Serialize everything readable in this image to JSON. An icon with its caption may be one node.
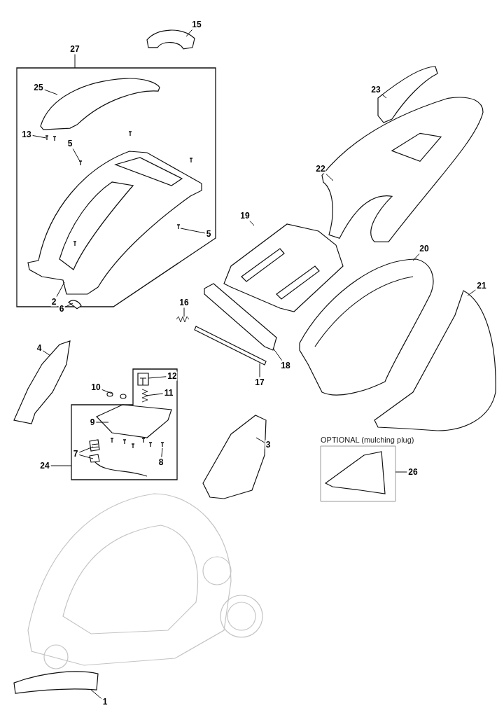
{
  "diagram": {
    "nodes": [
      {
        "text": [],
        "shape": "box"
      },
      {
        "text": [
          "27"
        ]
      },
      {
        "text": [
          "25"
        ],
        "in": 0
      },
      {
        "text": [],
        "shape": "picture",
        "in": 0
      },
      {
        "text": [
          "13"
        ],
        "in": 0
      },
      {
        "text": [],
        "shape": "picture",
        "in": 0
      },
      {
        "text": [
          "5"
        ],
        "in": 0
      },
      {
        "text": [
          "5"
        ],
        "in": 0
      },
      {
        "text": [],
        "shape": "picture",
        "in": 0
      },
      {
        "text": [
          "2"
        ],
        "in": 0
      },
      {
        "text": [],
        "shape": "picture",
        "in": 0
      },
      {
        "text": [
          "15"
        ]
      },
      {
        "text": [],
        "shape": "picture"
      },
      {
        "text": [
          "23"
        ]
      },
      {
        "text": [],
        "shape": "picture"
      },
      {
        "text": [
          "22"
        ]
      },
      {
        "text": [],
        "shape": "picture"
      },
      {
        "text": [
          "19"
        ]
      },
      {
        "text": [],
        "shape": "picture"
      },
      {
        "text": [
          "20"
        ]
      },
      {
        "text": [],
        "shape": "picture"
      },
      {
        "text": [
          "21"
        ]
      },
      {
        "text": [],
        "shape": "picture"
      },
      {
        "text": [
          "16"
        ]
      },
      {
        "text": [],
        "shape": "picture"
      },
      {
        "text": [
          "18"
        ]
      },
      {
        "text": [],
        "shape": "picture"
      },
      {
        "text": [
          "17"
        ]
      },
      {
        "text": [],
        "shape": "picture"
      },
      {
        "text": [
          "6"
        ]
      },
      {
        "text": [],
        "shape": "picture"
      },
      {
        "text": [
          "4"
        ]
      },
      {
        "text": [],
        "shape": "picture"
      },
      {
        "text": [],
        "shape": "box"
      },
      {
        "text": [
          "12"
        ],
        "in": 33
      },
      {
        "text": [],
        "shape": "picture",
        "in": 33
      },
      {
        "text": [
          "11"
        ],
        "in": 33
      },
      {
        "text": [],
        "shape": "picture",
        "in": 33
      },
      {
        "text": [
          "10"
        ]
      },
      {
        "text": [],
        "shape": "picture"
      },
      {
        "text": [
          "9"
        ],
        "in": 33
      },
      {
        "text": [],
        "shape": "picture",
        "in": 33
      },
      {
        "text": [
          "7"
        ],
        "in": 33
      },
      {
        "text": [],
        "shape": "picture",
        "in": 33
      },
      {
        "text": [],
        "shape": "picture",
        "in": 33
      },
      {
        "text": [
          "8"
        ],
        "in": 33
      },
      {
        "text": [],
        "shape": "picture",
        "in": 33
      },
      {
        "text": [
          "24"
        ]
      },
      {
        "text": [
          "3"
        ]
      },
      {
        "text": [],
        "shape": "picture"
      },
      {
        "text": [
          "OPTIONAL (mulching plug)"
        ]
      },
      {
        "text": [],
        "shape": "picture",
        "in": 50
      },
      {
        "text": [
          "26"
        ]
      },
      {
        "text": [
          "1"
        ]
      },
      {
        "text": [],
        "shape": "picture"
      }
    ],
    "edges": [
      {
        "from": 1,
        "to": 0,
        "arrow": "none"
      },
      {
        "from": 2,
        "to": 3,
        "arrow": "none"
      },
      {
        "from": 4,
        "to": 5,
        "arrow": "none"
      },
      {
        "from": 6,
        "to": 8,
        "arrow": "none"
      },
      {
        "from": 7,
        "to": 8,
        "arrow": "none"
      },
      {
        "from": 9,
        "to": 10,
        "arrow": "none"
      },
      {
        "from": 11,
        "to": 12,
        "arrow": "none"
      },
      {
        "from": 13,
        "to": 14,
        "arrow": "none"
      },
      {
        "from": 15,
        "to": 16,
        "arrow": "none"
      },
      {
        "from": 17,
        "to": 18,
        "arrow": "none"
      },
      {
        "from": 19,
        "to": 20,
        "arrow": "none"
      },
      {
        "from": 21,
        "to": 22,
        "arrow": "none"
      },
      {
        "from": 23,
        "to": 24,
        "arrow": "none"
      },
      {
        "from": 25,
        "to": 26,
        "arrow": "none"
      },
      {
        "from": 27,
        "to": 28,
        "arrow": "none"
      },
      {
        "from": 29,
        "to": 30,
        "arrow": "none"
      },
      {
        "from": 31,
        "to": 32,
        "arrow": "none"
      },
      {
        "from": 47,
        "to": 33,
        "arrow": "none"
      },
      {
        "from": 34,
        "to": 35,
        "arrow": "none"
      },
      {
        "from": 36,
        "to": 37,
        "arrow": "none"
      },
      {
        "from": 38,
        "to": 39,
        "arrow": "none"
      },
      {
        "from": 40,
        "to": 41,
        "arrow": "none"
      },
      {
        "from": 42,
        "to": 43,
        "arrow": "none"
      },
      {
        "from": 42,
        "to": 44,
        "arrow": "none"
      },
      {
        "from": 45,
        "to": 46,
        "arrow": "none"
      },
      {
        "from": 48,
        "to": 49,
        "arrow": "none"
      },
      {
        "from": 52,
        "to": 50,
        "arrow": "none"
      },
      {
        "from": 53,
        "to": 54,
        "arrow": "none"
      }
    ]
  }
}
